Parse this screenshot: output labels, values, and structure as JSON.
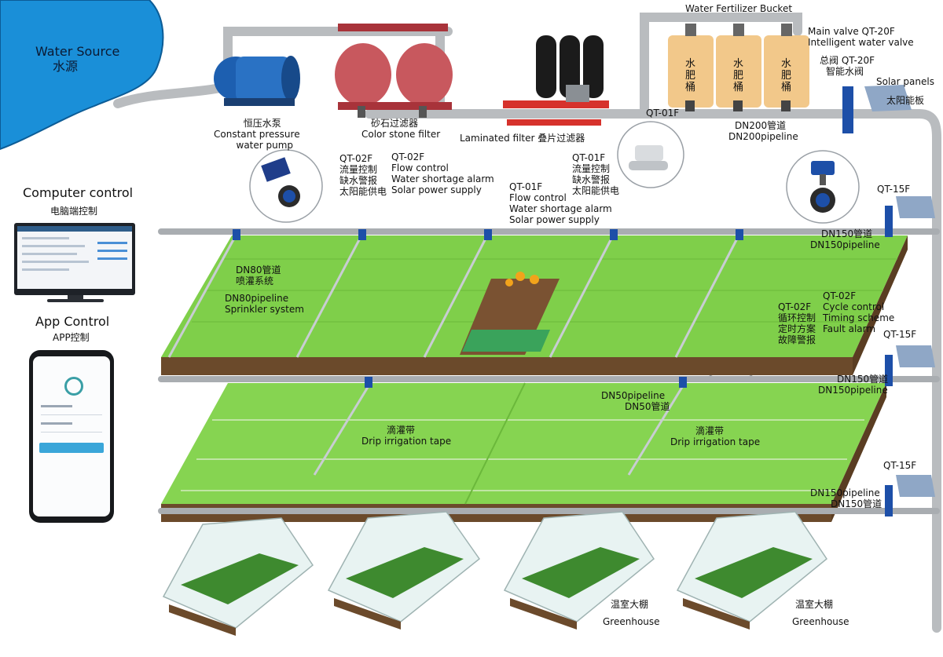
{
  "source": {
    "en": "Water Source",
    "zh": "水源"
  },
  "pump": {
    "zh": "恒压水泵",
    "en1": "Constant pressure",
    "en2": "water pump"
  },
  "stone_filter": {
    "zh": "砂石过滤器",
    "en": "Color stone filter"
  },
  "laminated_filter": {
    "text": "Laminated filter 叠片过滤器"
  },
  "fert_bucket": {
    "title": "Water Fertilizer Bucket",
    "tank_text": "水肥桶"
  },
  "main_valve": {
    "en1": "Main valve QT-20F",
    "en2": "Intelligent water valve",
    "zh1": "总阀 QT-20F",
    "zh2": "智能水阀"
  },
  "solar": {
    "en": "Solar panels",
    "zh": "太阳能板"
  },
  "pipe_dn200": {
    "zh": "DN200管道",
    "en": "DN200pipeline"
  },
  "valve_01f_top": {
    "model": "QT-01F"
  },
  "valve_02f_left": {
    "zh_model": "QT-02F",
    "zh1": "流量控制",
    "zh2": "缺水警报",
    "zh3": "太阳能供电",
    "en_model": "QT-02F",
    "en1": "Flow control",
    "en2": "Water shortage alarm",
    "en3": "Solar power supply"
  },
  "valve_01f_mid": {
    "en_model": "QT-01F",
    "en1": "Flow control",
    "en2": "Water shortage alarm",
    "en3": "Solar power supply",
    "zh_model": "QT-01F",
    "zh1": "流量控制",
    "zh2": "缺水警报",
    "zh3": "太阳能供电"
  },
  "qt15f_a": {
    "model": "QT-15F",
    "zh": "DN150管道",
    "en": "DN150pipeline"
  },
  "computer": {
    "en": "Computer control",
    "zh": "电脑端控制"
  },
  "app": {
    "en": "App Control",
    "zh": "APP控制"
  },
  "sprinkler": {
    "zh1": "DN80管道",
    "zh2": "喷灌系统",
    "en1": "DN80pipeline",
    "en2": "Sprinkler system"
  },
  "valve_02f_right": {
    "zh_model": "QT-02F",
    "zh1": "循环控制",
    "zh2": "定时方案",
    "zh3": "故障警报",
    "en_model": "QT-02F",
    "en1": "Cycle control",
    "en2": "Timing scheme",
    "en3": "Fault alarm"
  },
  "qt15f_b": {
    "model": "QT-15F",
    "zh": "DN150管道",
    "en": "DN150pipeline"
  },
  "dn50": {
    "en": "DN50pipeline",
    "zh": "DN50管道"
  },
  "drip_left": {
    "zh": "滴灌带",
    "en": "Drip irrigation tape"
  },
  "drip_right": {
    "zh": "滴灌带",
    "en": "Drip irrigation tape"
  },
  "qt15f_c": {
    "model": "QT-15F",
    "en": "DN150pipeline",
    "zh": "DN150管道"
  },
  "greenhouse_a": {
    "zh": "温室大棚",
    "en": "Greenhouse"
  },
  "greenhouse_b": {
    "zh": "温室大棚",
    "en": "Greenhouse"
  },
  "colors": {
    "water": "#1a8fd8",
    "grass": "#7fcf4a",
    "grass_dark": "#5fae35",
    "soil": "#6b4a2b",
    "pipe": "#b9bcbf",
    "tank": "#f2c88a",
    "filter_red": "#c8585e",
    "filter_black": "#1b1b1b",
    "red_manifold": "#d6322c"
  }
}
